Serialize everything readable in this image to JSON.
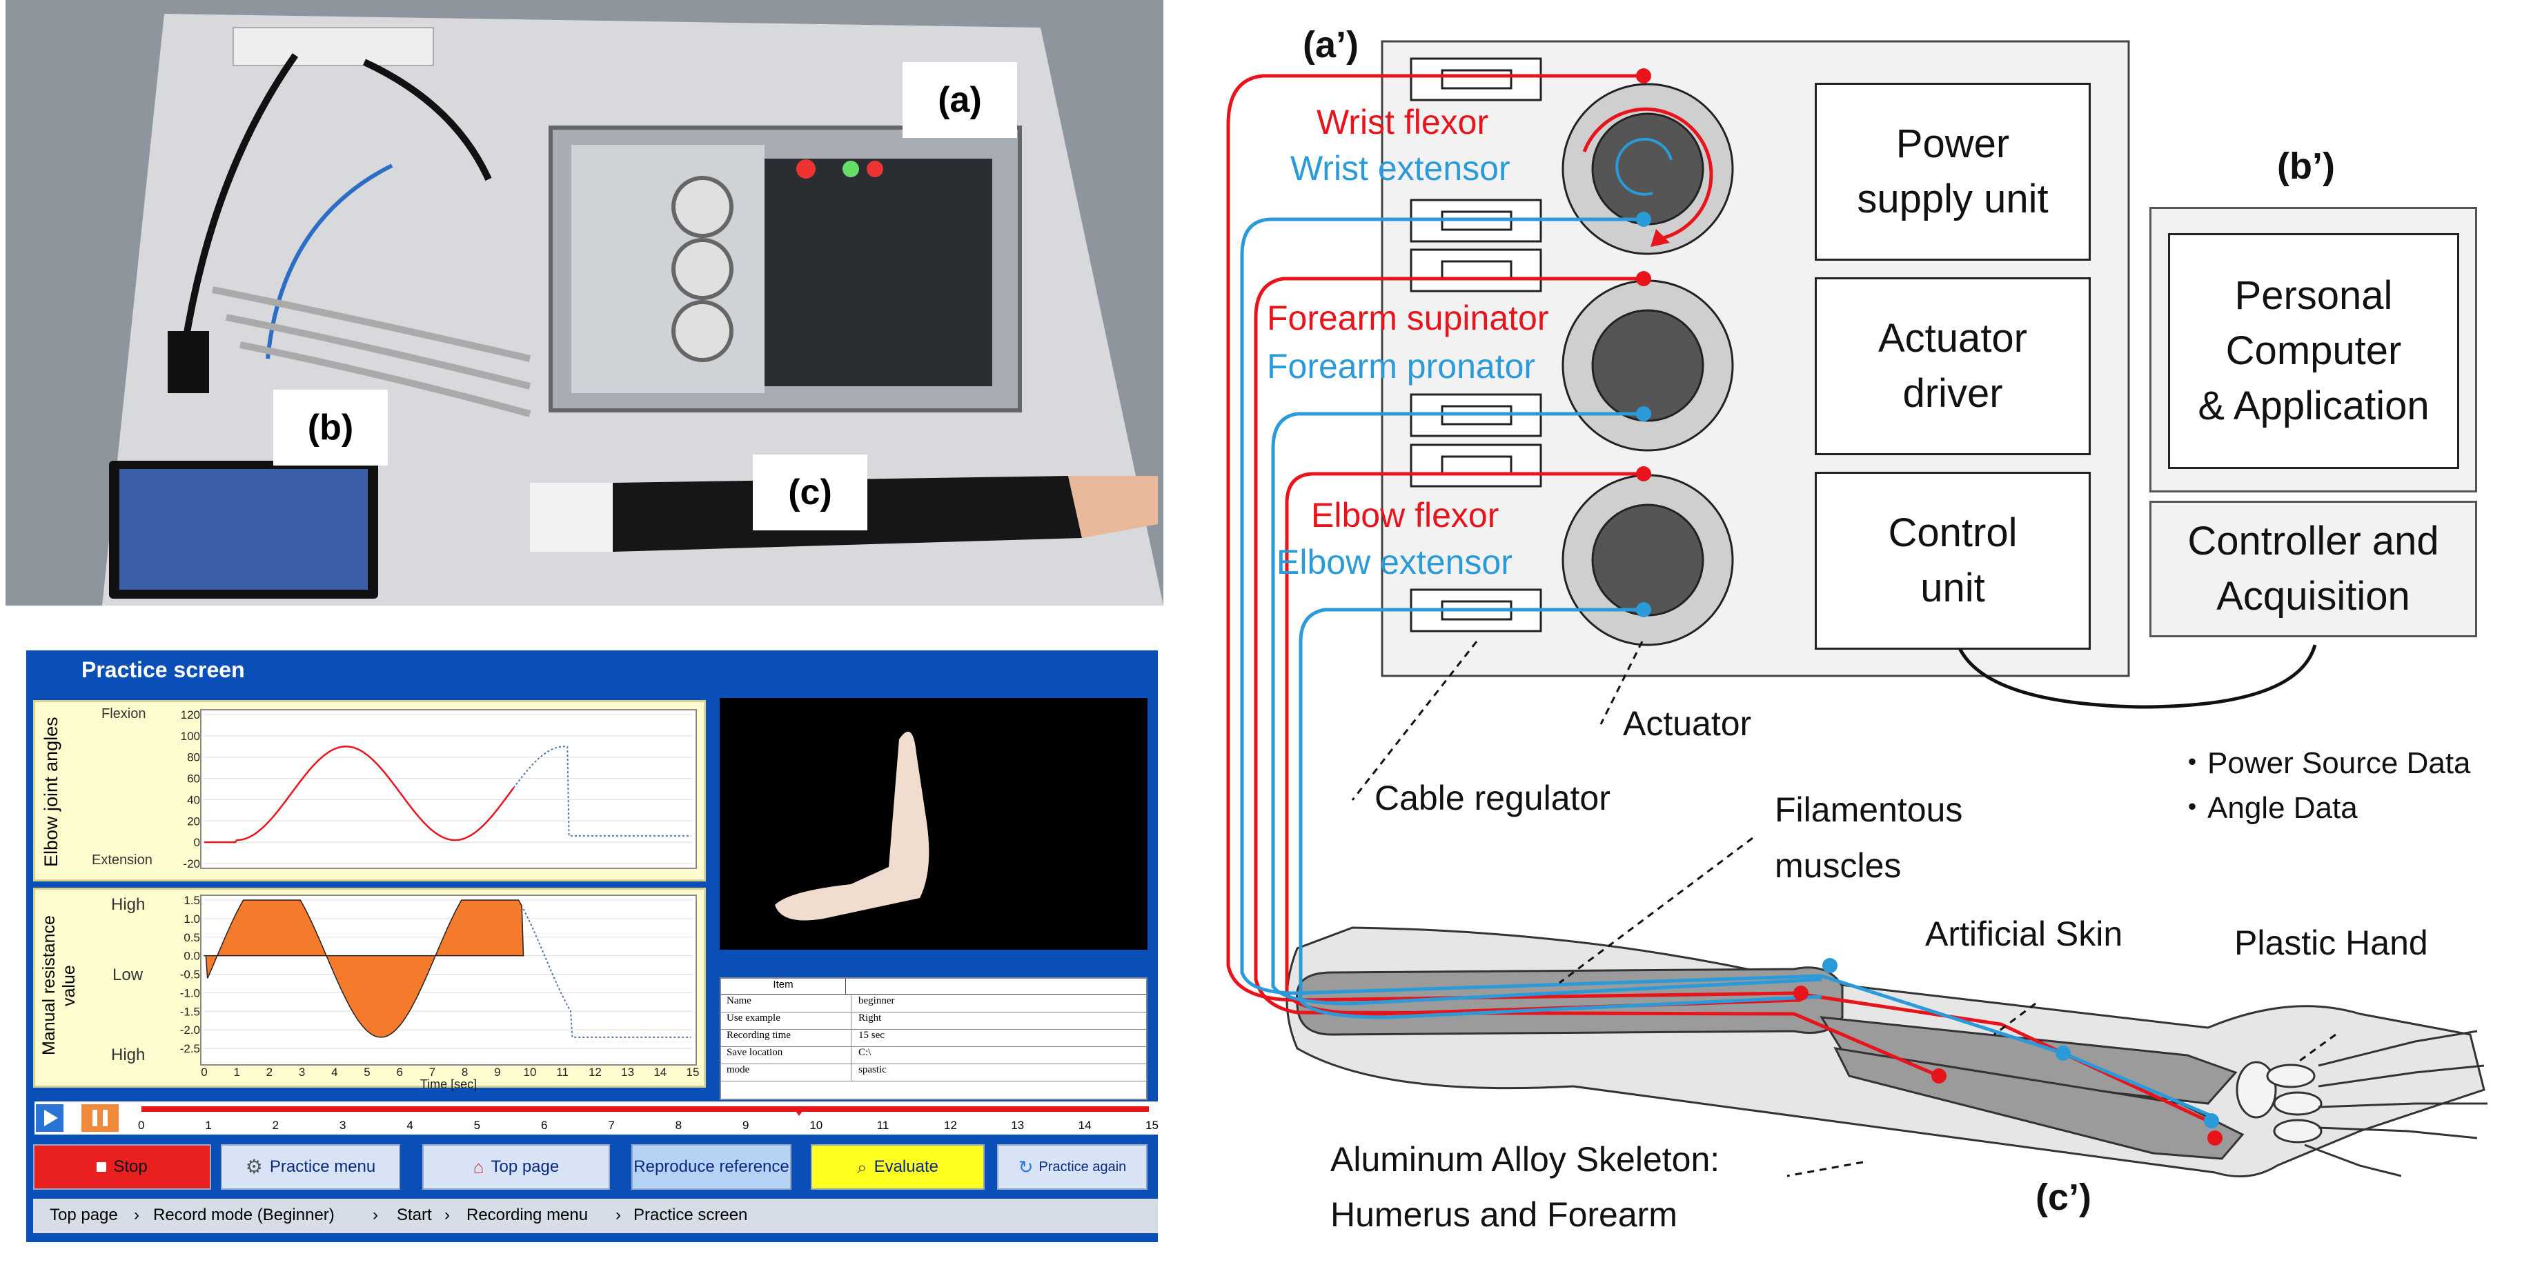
{
  "photo": {
    "labels": {
      "a": "(a)",
      "b": "(b)",
      "c": "(c)"
    }
  },
  "screen": {
    "title": "Practice screen",
    "top_plot": {
      "ylabel": "Elbow joint angles",
      "flexion": "Flexion",
      "extension": "Extension",
      "yticks": [
        "120",
        "100",
        "80",
        "60",
        "40",
        "20",
        "0",
        "-20"
      ]
    },
    "bottom_plot": {
      "ylabel": "Manual resistance value",
      "high_top": "High",
      "low": "Low",
      "high_bottom": "High",
      "yticks": [
        "1.5",
        "1.0",
        "0.5",
        "0.0",
        "-0.5",
        "-1.0",
        "-1.5",
        "-2.0",
        "-2.5"
      ],
      "xticks": [
        "0",
        "1",
        "2",
        "3",
        "4",
        "5",
        "6",
        "7",
        "8",
        "9",
        "10",
        "11",
        "12",
        "13",
        "14",
        "15"
      ],
      "xlabel": "Time [sec]"
    },
    "info_table": {
      "header": "Item",
      "rows": [
        {
          "key": "Name",
          "value": "beginner"
        },
        {
          "key": "Use example",
          "value": "Right"
        },
        {
          "key": "Recording time",
          "value": "15 sec"
        },
        {
          "key": "Save location",
          "value": "C:\\"
        },
        {
          "key": "mode",
          "value": "spastic"
        }
      ]
    },
    "timeline_ticks": [
      "0",
      "1",
      "2",
      "3",
      "4",
      "5",
      "6",
      "7",
      "8",
      "9",
      "10",
      "11",
      "12",
      "13",
      "14",
      "15"
    ],
    "buttons": {
      "stop": "Stop",
      "practice_menu": "Practice menu",
      "top_page": "Top page",
      "reproduce": "Reproduce reference",
      "evaluate": "Evaluate",
      "practice_again": "Practice again"
    },
    "breadcrumb": [
      "Top page",
      "Record mode (Beginner)",
      "Start",
      "Recording menu",
      "Practice screen"
    ],
    "colors": {
      "panel": "#0a4fb8",
      "plot_bg": "#fffdd0",
      "curve": "#e8141c",
      "reference": "#5577aa",
      "fill": "#f47a2c"
    }
  },
  "schematic": {
    "label_a": "(a’)",
    "label_b": "(b’)",
    "label_c": "(c’)",
    "muscles": {
      "wrist_flexor": "Wrist flexor",
      "wrist_extensor": "Wrist extensor",
      "forearm_supinator": "Forearm supinator",
      "forearm_pronator": "Forearm pronator",
      "elbow_flexor": "Elbow flexor",
      "elbow_extensor": "Elbow extensor"
    },
    "boxes": {
      "power_supply": [
        "Power",
        "supply unit"
      ],
      "actuator_driver": [
        "Actuator",
        "driver"
      ],
      "control_unit": [
        "Control",
        "unit"
      ],
      "personal_computer": [
        "Personal",
        "Computer",
        "& Application"
      ],
      "controller": [
        "Controller and",
        "Acquisition"
      ]
    },
    "notes": {
      "actuator": "Actuator",
      "cable_regulator": "Cable regulator",
      "filamentous_1": "Filamentous",
      "filamentous_2": "muscles",
      "artificial_skin": "Artificial Skin",
      "plastic_hand": "Plastic Hand",
      "skeleton_1": "Aluminum Alloy Skeleton:",
      "skeleton_2": "Humerus and Forearm",
      "data_1": "・Power Source Data",
      "data_2": "・Angle Data"
    },
    "colors": {
      "flexor": "#e8141c",
      "extensor": "#2a9ad8"
    }
  }
}
